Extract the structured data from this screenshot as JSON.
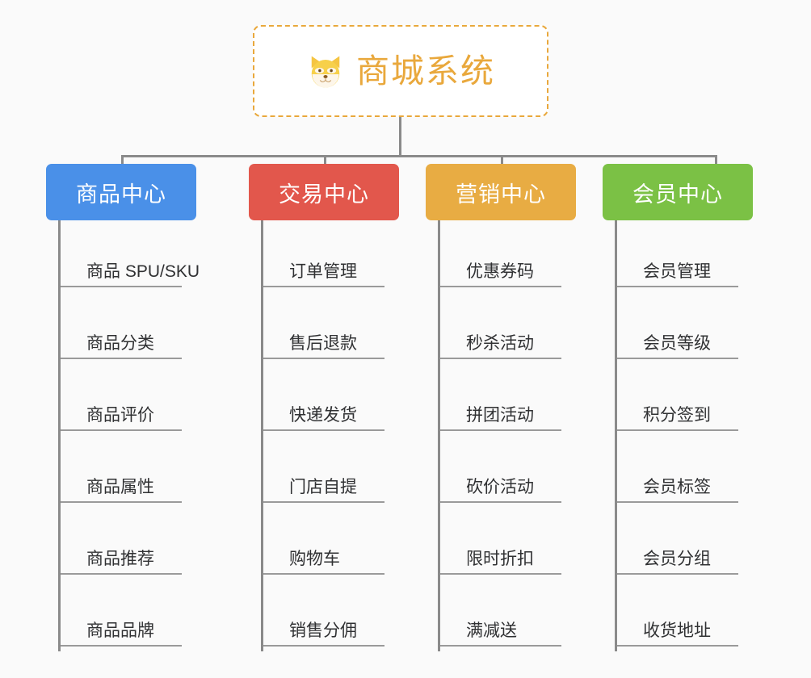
{
  "diagram": {
    "type": "org-chart",
    "title": "商城系统",
    "background_color": "#fafafa",
    "root": {
      "label": "商城系统",
      "icon": "shiba-dog-face-icon",
      "text_color": "#e9a83c",
      "border_color": "#e9a83c",
      "border_style": "dashed",
      "background_color": "#ffffff"
    },
    "connector_color": "#8a8a8a",
    "categories": [
      {
        "label": "商品中心",
        "color": "#4a90e8",
        "items": [
          "商品 SPU/SKU",
          "商品分类",
          "商品评价",
          "商品属性",
          "商品推荐",
          "商品品牌"
        ]
      },
      {
        "label": "交易中心",
        "color": "#e2574c",
        "items": [
          "订单管理",
          "售后退款",
          "快递发货",
          "门店自提",
          "购物车",
          "销售分佣"
        ]
      },
      {
        "label": "营销中心",
        "color": "#e8ac43",
        "items": [
          "优惠券码",
          "秒杀活动",
          "拼团活动",
          "砍价活动",
          "限时折扣",
          "满减送"
        ]
      },
      {
        "label": "会员中心",
        "color": "#7bc145",
        "items": [
          "会员管理",
          "会员等级",
          "积分签到",
          "会员标签",
          "会员分组",
          "收货地址"
        ]
      }
    ]
  }
}
